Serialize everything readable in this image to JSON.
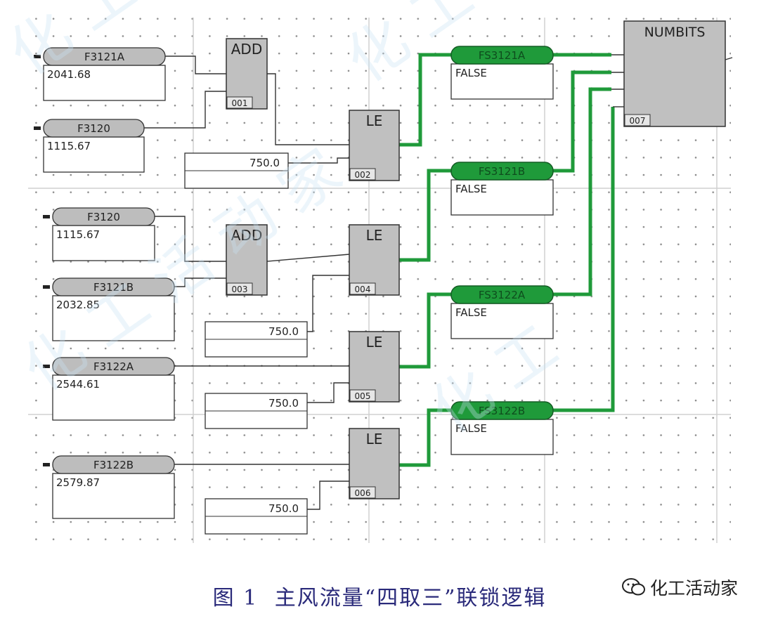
{
  "diagram": {
    "inputs": [
      {
        "tag": "F3121A",
        "value": "2041.68"
      },
      {
        "tag": "F3120",
        "value": "1115.67"
      },
      {
        "tag": "F3120",
        "value": "1115.67"
      },
      {
        "tag": "F3121B",
        "value": "2032.85"
      },
      {
        "tag": "F3122A",
        "value": "2544.61"
      },
      {
        "tag": "F3122B",
        "value": "2579.87"
      }
    ],
    "constants": [
      "750.0",
      "750.0",
      "750.0",
      "750.0"
    ],
    "blocks": [
      {
        "label": "ADD",
        "id": "001"
      },
      {
        "label": "ADD",
        "id": "003"
      },
      {
        "label": "LE",
        "id": "002"
      },
      {
        "label": "LE",
        "id": "004"
      },
      {
        "label": "LE",
        "id": "005"
      },
      {
        "label": "LE",
        "id": "006"
      },
      {
        "label": "NUMBITS",
        "id": "007"
      }
    ],
    "outputs": [
      {
        "tag": "FS3121A",
        "value": "FALSE"
      },
      {
        "tag": "FS3121B",
        "value": "FALSE"
      },
      {
        "tag": "FS3122A",
        "value": "FALSE"
      },
      {
        "tag": "FS3122B",
        "value": "FALSE"
      }
    ],
    "colors": {
      "active_wire": "#1f9a3a",
      "pill_fill": "#1f9a3a",
      "block_fill": "#c0c0c0",
      "grid_dot": "#8a8a8a"
    }
  },
  "caption": {
    "fig": "图 1",
    "text": "主风流量“四取三”联锁逻辑"
  },
  "watermark": {
    "brand": "化工活动家",
    "icon": "wechat-icon"
  }
}
